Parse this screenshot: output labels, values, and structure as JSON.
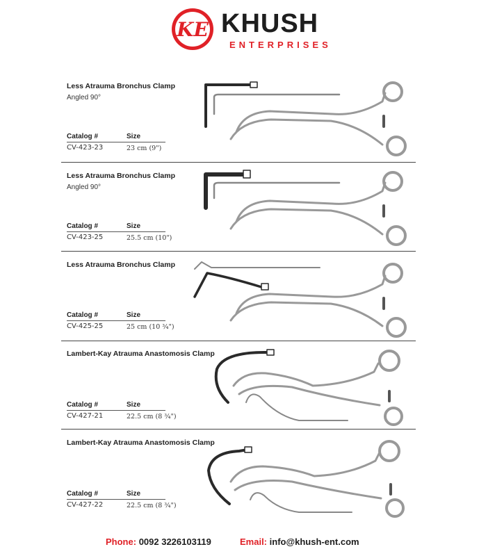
{
  "brand": {
    "logo_mark": "KE",
    "name": "KHUSH",
    "tagline": "ENTERPRISES",
    "red": "#e02127",
    "dark": "#1e1e1e"
  },
  "labels": {
    "catalog": "Catalog #",
    "size": "Size"
  },
  "products": [
    {
      "title": "Less Atrauma Bronchus Clamp",
      "subtitle": "Angled 90°",
      "catalog": "CV-423-23",
      "size": "23 cm (9\")",
      "icon": "angled-jaw-clamp-icon"
    },
    {
      "title": "Less Atrauma Bronchus Clamp",
      "subtitle": "Angled 90°",
      "catalog": "CV-423-25",
      "size": "25.5 cm (10\")",
      "icon": "angled-jaw-clamp-icon"
    },
    {
      "title": "Less Atrauma Bronchus Clamp",
      "subtitle": "",
      "catalog": "CV-425-25",
      "size": "25 cm (10 ¾\")",
      "icon": "curved-jaw-clamp-icon"
    },
    {
      "title": "Lambert-Kay Atrauma Anastomosis  Clamp",
      "subtitle": "",
      "catalog": "CV-427-21",
      "size": "22.5 cm (8 ¾\")",
      "icon": "hooked-jaw-clamp-icon"
    },
    {
      "title": "Lambert-Kay Atrauma Anastomosis  Clamp",
      "subtitle": "",
      "catalog": "CV-427-22",
      "size": "22.5 cm (8 ¾\")",
      "icon": "hooked-jaw-clamp-icon"
    }
  ],
  "footer": {
    "phone_label": "Phone:",
    "phone": "0092 3226103119",
    "email_label": "Email:",
    "email": "info@khush-ent.com"
  }
}
